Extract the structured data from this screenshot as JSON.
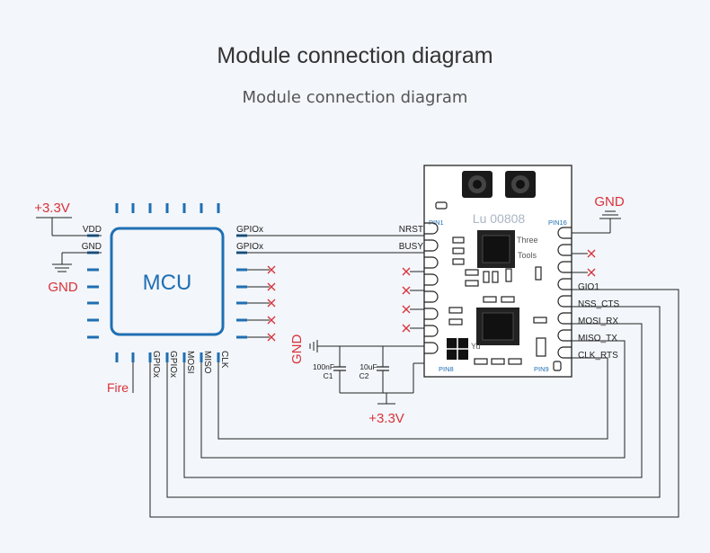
{
  "title": "Module connection diagram",
  "subtitle": "Module connection diagram",
  "colors": {
    "blue": "#1f6fb3",
    "red": "#d9323a",
    "dark": "#222222"
  },
  "mcu": {
    "label": "MCU",
    "left_pins": [
      "VDD",
      "GND"
    ],
    "right_pins": [
      "GPIOx",
      "GPIOx"
    ],
    "bottom_pins": [
      "GPIOx",
      "GPIOx",
      "MOSI",
      "MISO",
      "CLK"
    ]
  },
  "module": {
    "name": "Lu 00808",
    "pin_tags": [
      "PIN1",
      "PIN8",
      "PIN16",
      "PIN9"
    ],
    "left_labels": [
      "NRST",
      "BUSY"
    ],
    "right_labels": [
      "GIO1",
      "NSS_CTS",
      "MOSI_RX",
      "MISO_TX",
      "CLK_RTS"
    ],
    "chip_text_1": "Three",
    "chip_text_2": "Tools",
    "chip_text_3": "Yu"
  },
  "power": {
    "vcc": "+3.3V",
    "gnd": "GND"
  },
  "fire_label": "Fire",
  "caps": [
    {
      "value": "100nF",
      "ref": "C1"
    },
    {
      "value": "10uF",
      "ref": "C2"
    }
  ]
}
